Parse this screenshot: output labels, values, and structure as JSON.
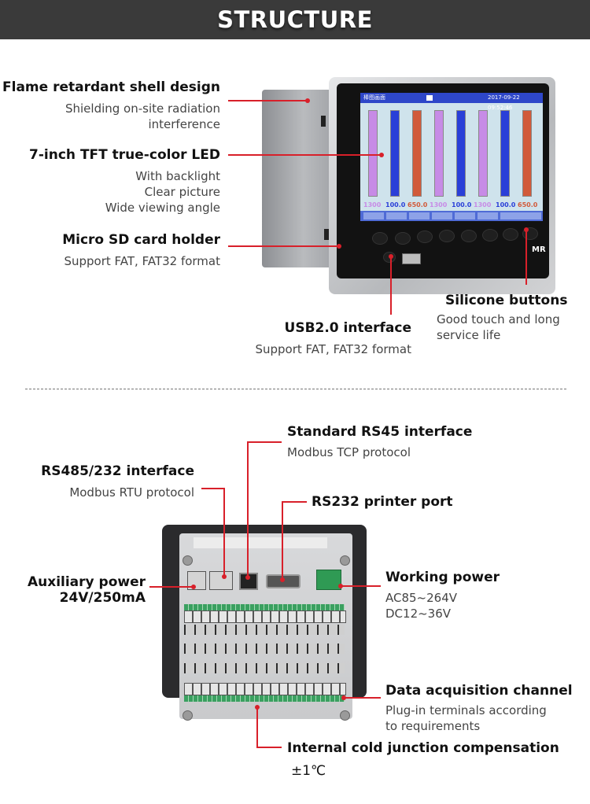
{
  "header": {
    "title": "STRUCTURE"
  },
  "front": {
    "shell": {
      "title": "Flame retardant shell design",
      "lines": [
        "Shielding on-site radiation",
        "interference"
      ]
    },
    "tft": {
      "title": "7-inch TFT true-color LED",
      "lines": [
        "With backlight",
        "Clear picture",
        "Wide viewing angle"
      ]
    },
    "sd": {
      "title": "Micro SD card holder",
      "lines": [
        "Support FAT, FAT32 format"
      ]
    },
    "buttons": {
      "title": "Silicone buttons",
      "lines": [
        "Good touch and long",
        "service life"
      ]
    },
    "usb": {
      "title": "USB2.0 interface",
      "lines": [
        "Support FAT, FAT32 format"
      ]
    },
    "screen": {
      "title": "棒图画面",
      "datetime": "2017-09-22 09:52:46",
      "bar_colors": [
        "#c78be6",
        "#2a3fd8",
        "#d15a3a",
        "#c78be6",
        "#2a3fd8",
        "#c78be6",
        "#2a3fd8",
        "#d15a3a"
      ],
      "values": [
        "1300",
        "100.0",
        "650.0",
        "1300",
        "100.0",
        "1300",
        "100.0",
        "650.0"
      ]
    },
    "logo": "MR"
  },
  "back": {
    "rs45": {
      "title": "Standard RS45 interface",
      "lines": [
        "Modbus TCP protocol"
      ]
    },
    "rs485": {
      "title": "RS485/232 interface",
      "lines": [
        "Modbus RTU protocol"
      ]
    },
    "rs232": {
      "title": "RS232 printer port"
    },
    "aux": {
      "title_line1": "Auxiliary power",
      "title_line2": "24V/250mA"
    },
    "working": {
      "title": "Working power",
      "lines": [
        "AC85~264V",
        "DC12~36V"
      ]
    },
    "acq": {
      "title": "Data acquisition channel",
      "lines": [
        "Plug-in terminals according",
        "to requirements"
      ]
    },
    "cold": {
      "title": "Internal cold junction compensation",
      "value": "±1℃"
    }
  },
  "colors": {
    "accent": "#d8202a",
    "header_bg": "#3a3a3a"
  }
}
